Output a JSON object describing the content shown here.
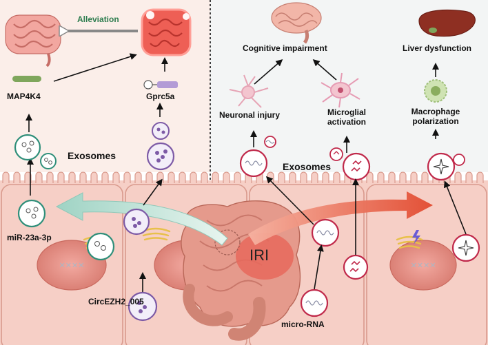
{
  "labels": {
    "alleviation": "Alleviation",
    "map4k4": "MAP4K4",
    "gprc5a": "Gprc5a",
    "exosomes_left": "Exosomes",
    "mir": "miR-23a-3p",
    "circ": "CircEZH2_005",
    "cognitive": "Cognitive impairment",
    "neuronal": "Neuronal injury",
    "microglial_1": "Microglial",
    "microglial_2": "activation",
    "exosomes_right": "Exosomes",
    "iri": "IRI",
    "micro_rna": "micro-RNA",
    "liver": "Liver dysfunction",
    "macrophage_1": "Macrophage",
    "macrophage_2": "polarization"
  },
  "colors": {
    "panel_bg": "#fbeee9",
    "cell_fill": "#f6cfc6",
    "cell_stroke": "#d99a8d",
    "teal": "#2f8f7a",
    "purple": "#7d5aa6",
    "crimson": "#c0294a",
    "alleviation_text": "#2e7d4f",
    "arrow_teal": "#bfe3db",
    "arrow_red": "#e24a2f",
    "iri_fill": "#e7685c"
  },
  "icons": [
    "intestine-icon",
    "inflamed-intestine-icon",
    "brain-icon",
    "neuron-icon",
    "microglia-icon",
    "liver-icon",
    "macrophage-icon",
    "exosome-icon",
    "golgi-icon",
    "nucleus-icon",
    "lightning-icon"
  ]
}
